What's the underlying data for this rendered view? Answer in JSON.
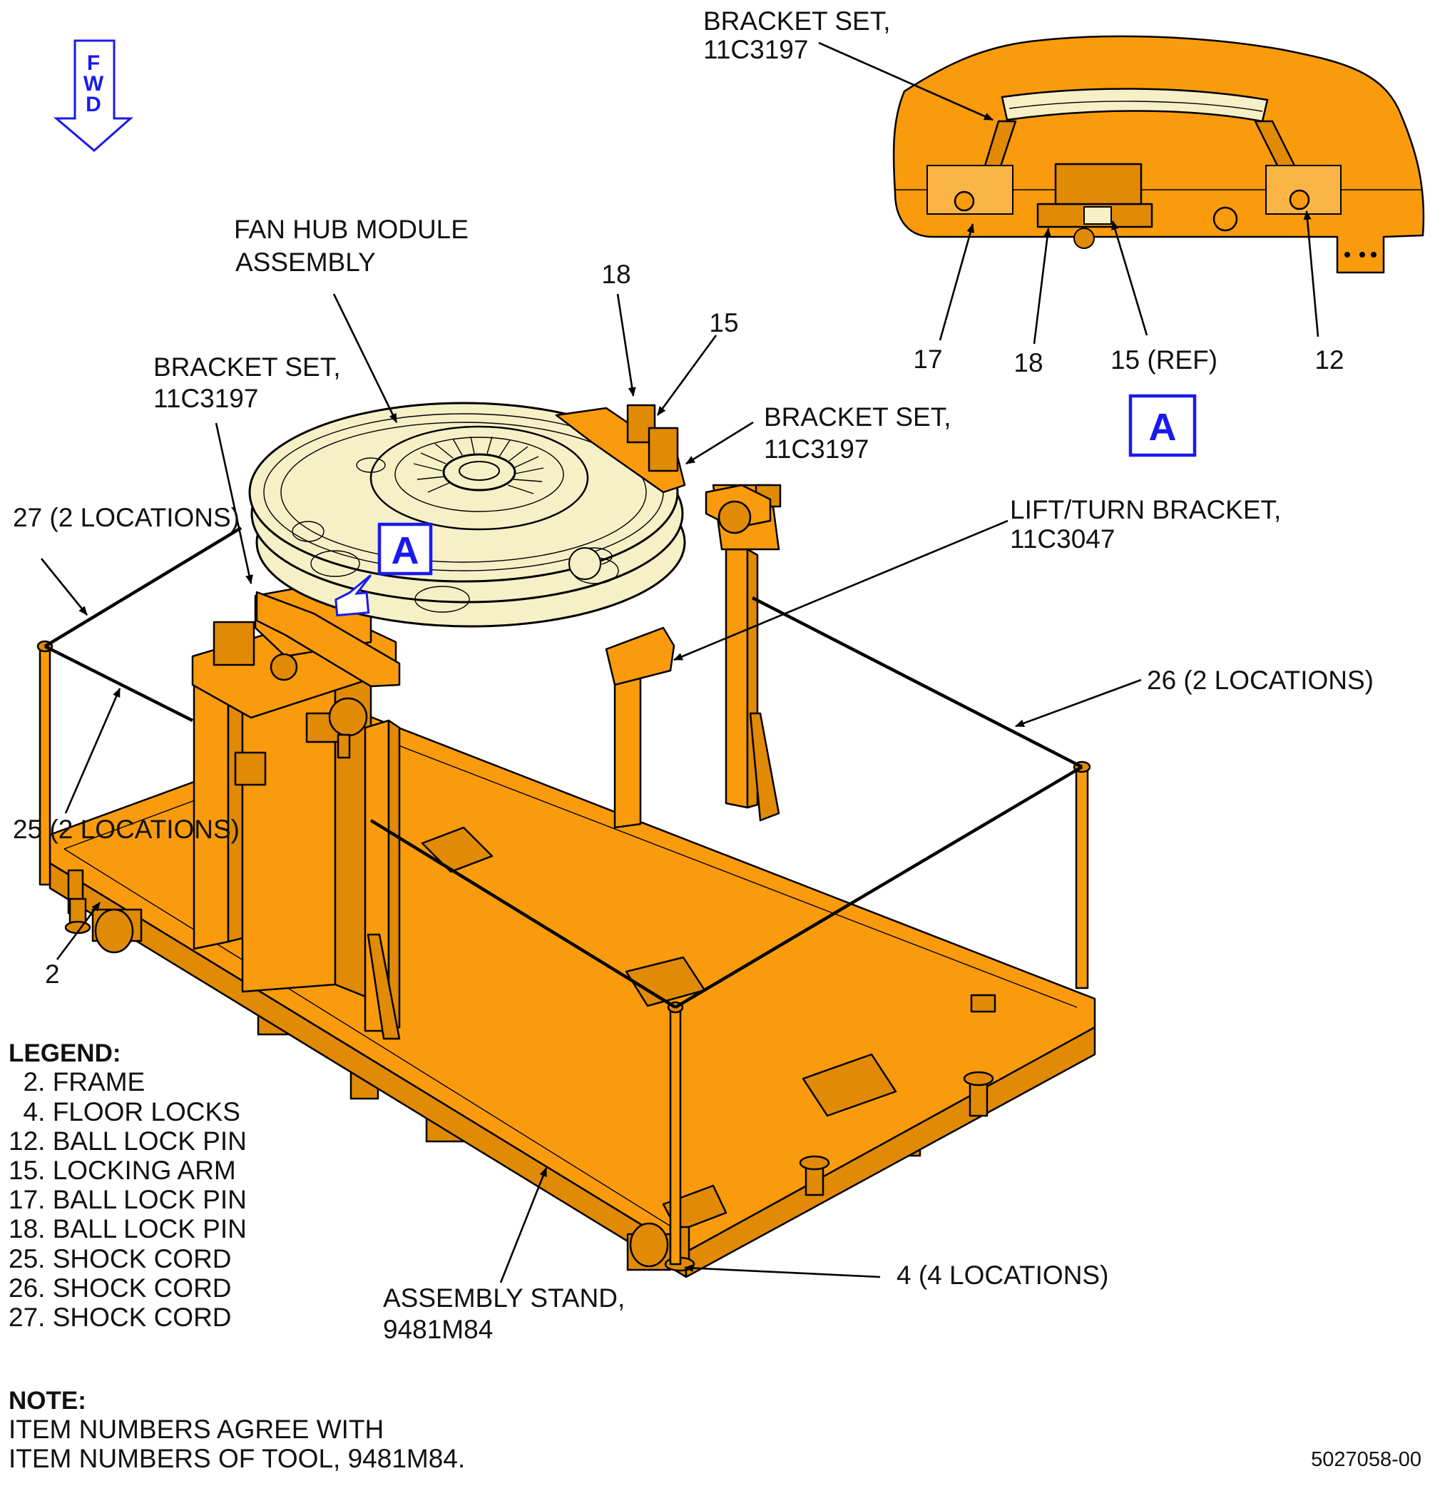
{
  "fwd_label": [
    "F",
    "W",
    "D"
  ],
  "callouts": {
    "fan_hub_module": [
      "FAN HUB MODULE",
      "ASSEMBLY"
    ],
    "bracket_set_left": [
      "BRACKET SET,",
      "11C3197"
    ],
    "bracket_set_right": [
      "BRACKET SET,",
      "11C3197"
    ],
    "bracket_set_detail": [
      "BRACKET SET,",
      "11C3197"
    ],
    "lift_turn_bracket": [
      "LIFT/TURN BRACKET,",
      "11C3047"
    ],
    "item_18_top": "18",
    "item_15_top": "15",
    "shock_cord_27": "27 (2 LOCATIONS)",
    "shock_cord_26": "26 (2 LOCATIONS)",
    "shock_cord_25": "25 (2 LOCATIONS)",
    "frame_2": "2",
    "floor_locks_4": "4 (4 LOCATIONS)",
    "assembly_stand": [
      "ASSEMBLY STAND,",
      "9481M84"
    ]
  },
  "detail_view": {
    "label": "A",
    "items": [
      "17",
      "18",
      "15 (REF)",
      "12"
    ]
  },
  "view_marker": "A",
  "legend": {
    "title": "LEGEND:",
    "items": [
      "  2. FRAME",
      "  4. FLOOR LOCKS",
      "12. BALL LOCK PIN",
      "15. LOCKING ARM",
      "17. BALL LOCK PIN",
      "18. BALL LOCK PIN",
      "25. SHOCK CORD",
      "26. SHOCK CORD",
      "27. SHOCK CORD"
    ]
  },
  "note": {
    "title": "NOTE:",
    "lines": [
      "ITEM NUMBERS AGREE WITH",
      "ITEM NUMBERS OF TOOL, 9481M84."
    ]
  },
  "figure_number": "5027058-00",
  "colors": {
    "stand_orange": "#f99b0c",
    "module_cream": "#f5f0c6",
    "callout_blue": "#1a1aee"
  }
}
